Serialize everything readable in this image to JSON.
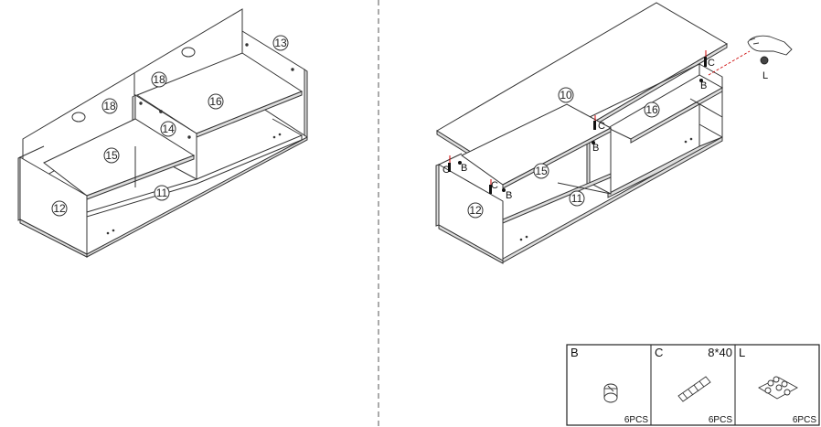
{
  "left_panel": {
    "part_numbers": [
      "18",
      "18",
      "16",
      "13",
      "14",
      "15",
      "11",
      "12"
    ]
  },
  "right_panel": {
    "part_numbers": [
      "10",
      "16",
      "15",
      "11",
      "12"
    ],
    "hardware_labels": [
      "C",
      "B",
      "C",
      "B",
      "C",
      "B",
      "C",
      "B"
    ],
    "callout_label": "L"
  },
  "parts_table": {
    "cells": [
      {
        "code": "B",
        "size": "",
        "qty": "6PCS",
        "icon": "cam-lock-icon"
      },
      {
        "code": "C",
        "size": "8*40",
        "qty": "6PCS",
        "icon": "wooden-dowel-icon"
      },
      {
        "code": "L",
        "size": "",
        "qty": "6PCS",
        "icon": "felt-pads-icon"
      }
    ]
  },
  "colors": {
    "line": "#333333",
    "edge": "#dddddd",
    "dashed": "#555555",
    "accent": "#cc0000"
  }
}
